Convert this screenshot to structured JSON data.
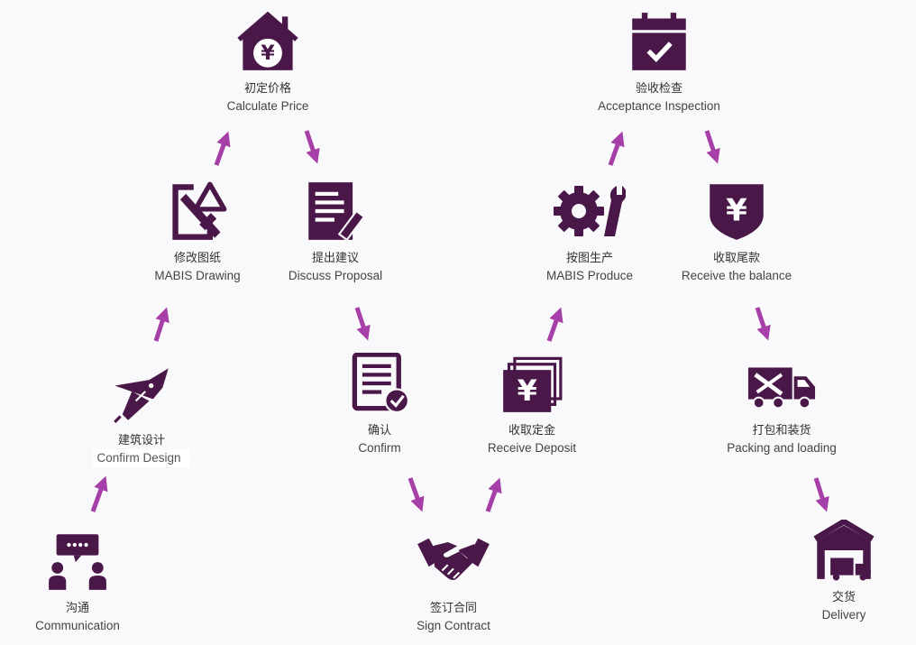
{
  "steps": [
    {
      "id": "communication",
      "zh": "沟通",
      "en": "Communication",
      "icon": "communication-icon"
    },
    {
      "id": "design",
      "zh": "建筑设计",
      "en": "Confirm Design",
      "icon": "pen-nib-icon"
    },
    {
      "id": "drawing",
      "zh": "修改图纸",
      "en": "MABIS Drawing",
      "icon": "drawing-tools-icon"
    },
    {
      "id": "price",
      "zh": "初定价格",
      "en": "Calculate Price",
      "icon": "house-yen-icon"
    },
    {
      "id": "proposal",
      "zh": "提出建议",
      "en": "Discuss Proposal",
      "icon": "document-edit-icon"
    },
    {
      "id": "confirm",
      "zh": "确认",
      "en": "Confirm",
      "icon": "checklist-icon"
    },
    {
      "id": "contract",
      "zh": "签订合同",
      "en": "Sign Contract",
      "icon": "handshake-icon"
    },
    {
      "id": "deposit",
      "zh": "收取定金",
      "en": "Receive Deposit",
      "icon": "yen-bills-icon"
    },
    {
      "id": "produce",
      "zh": "按图生产",
      "en": "MABIS Produce",
      "icon": "gear-wrench-icon"
    },
    {
      "id": "inspection",
      "zh": "验收检查",
      "en": "Acceptance Inspection",
      "icon": "calendar-check-icon"
    },
    {
      "id": "balance",
      "zh": "收取尾款",
      "en": "Receive the balance",
      "icon": "yen-shield-icon"
    },
    {
      "id": "packing",
      "zh": "打包和装货",
      "en": "Packing and loading",
      "icon": "tool-truck-icon"
    },
    {
      "id": "delivery",
      "zh": "交货",
      "en": "Delivery",
      "icon": "warehouse-truck-icon"
    }
  ],
  "colors": {
    "icon": "#4a1848",
    "arrow": "#a63fa8",
    "background": "#f9f8fa"
  }
}
